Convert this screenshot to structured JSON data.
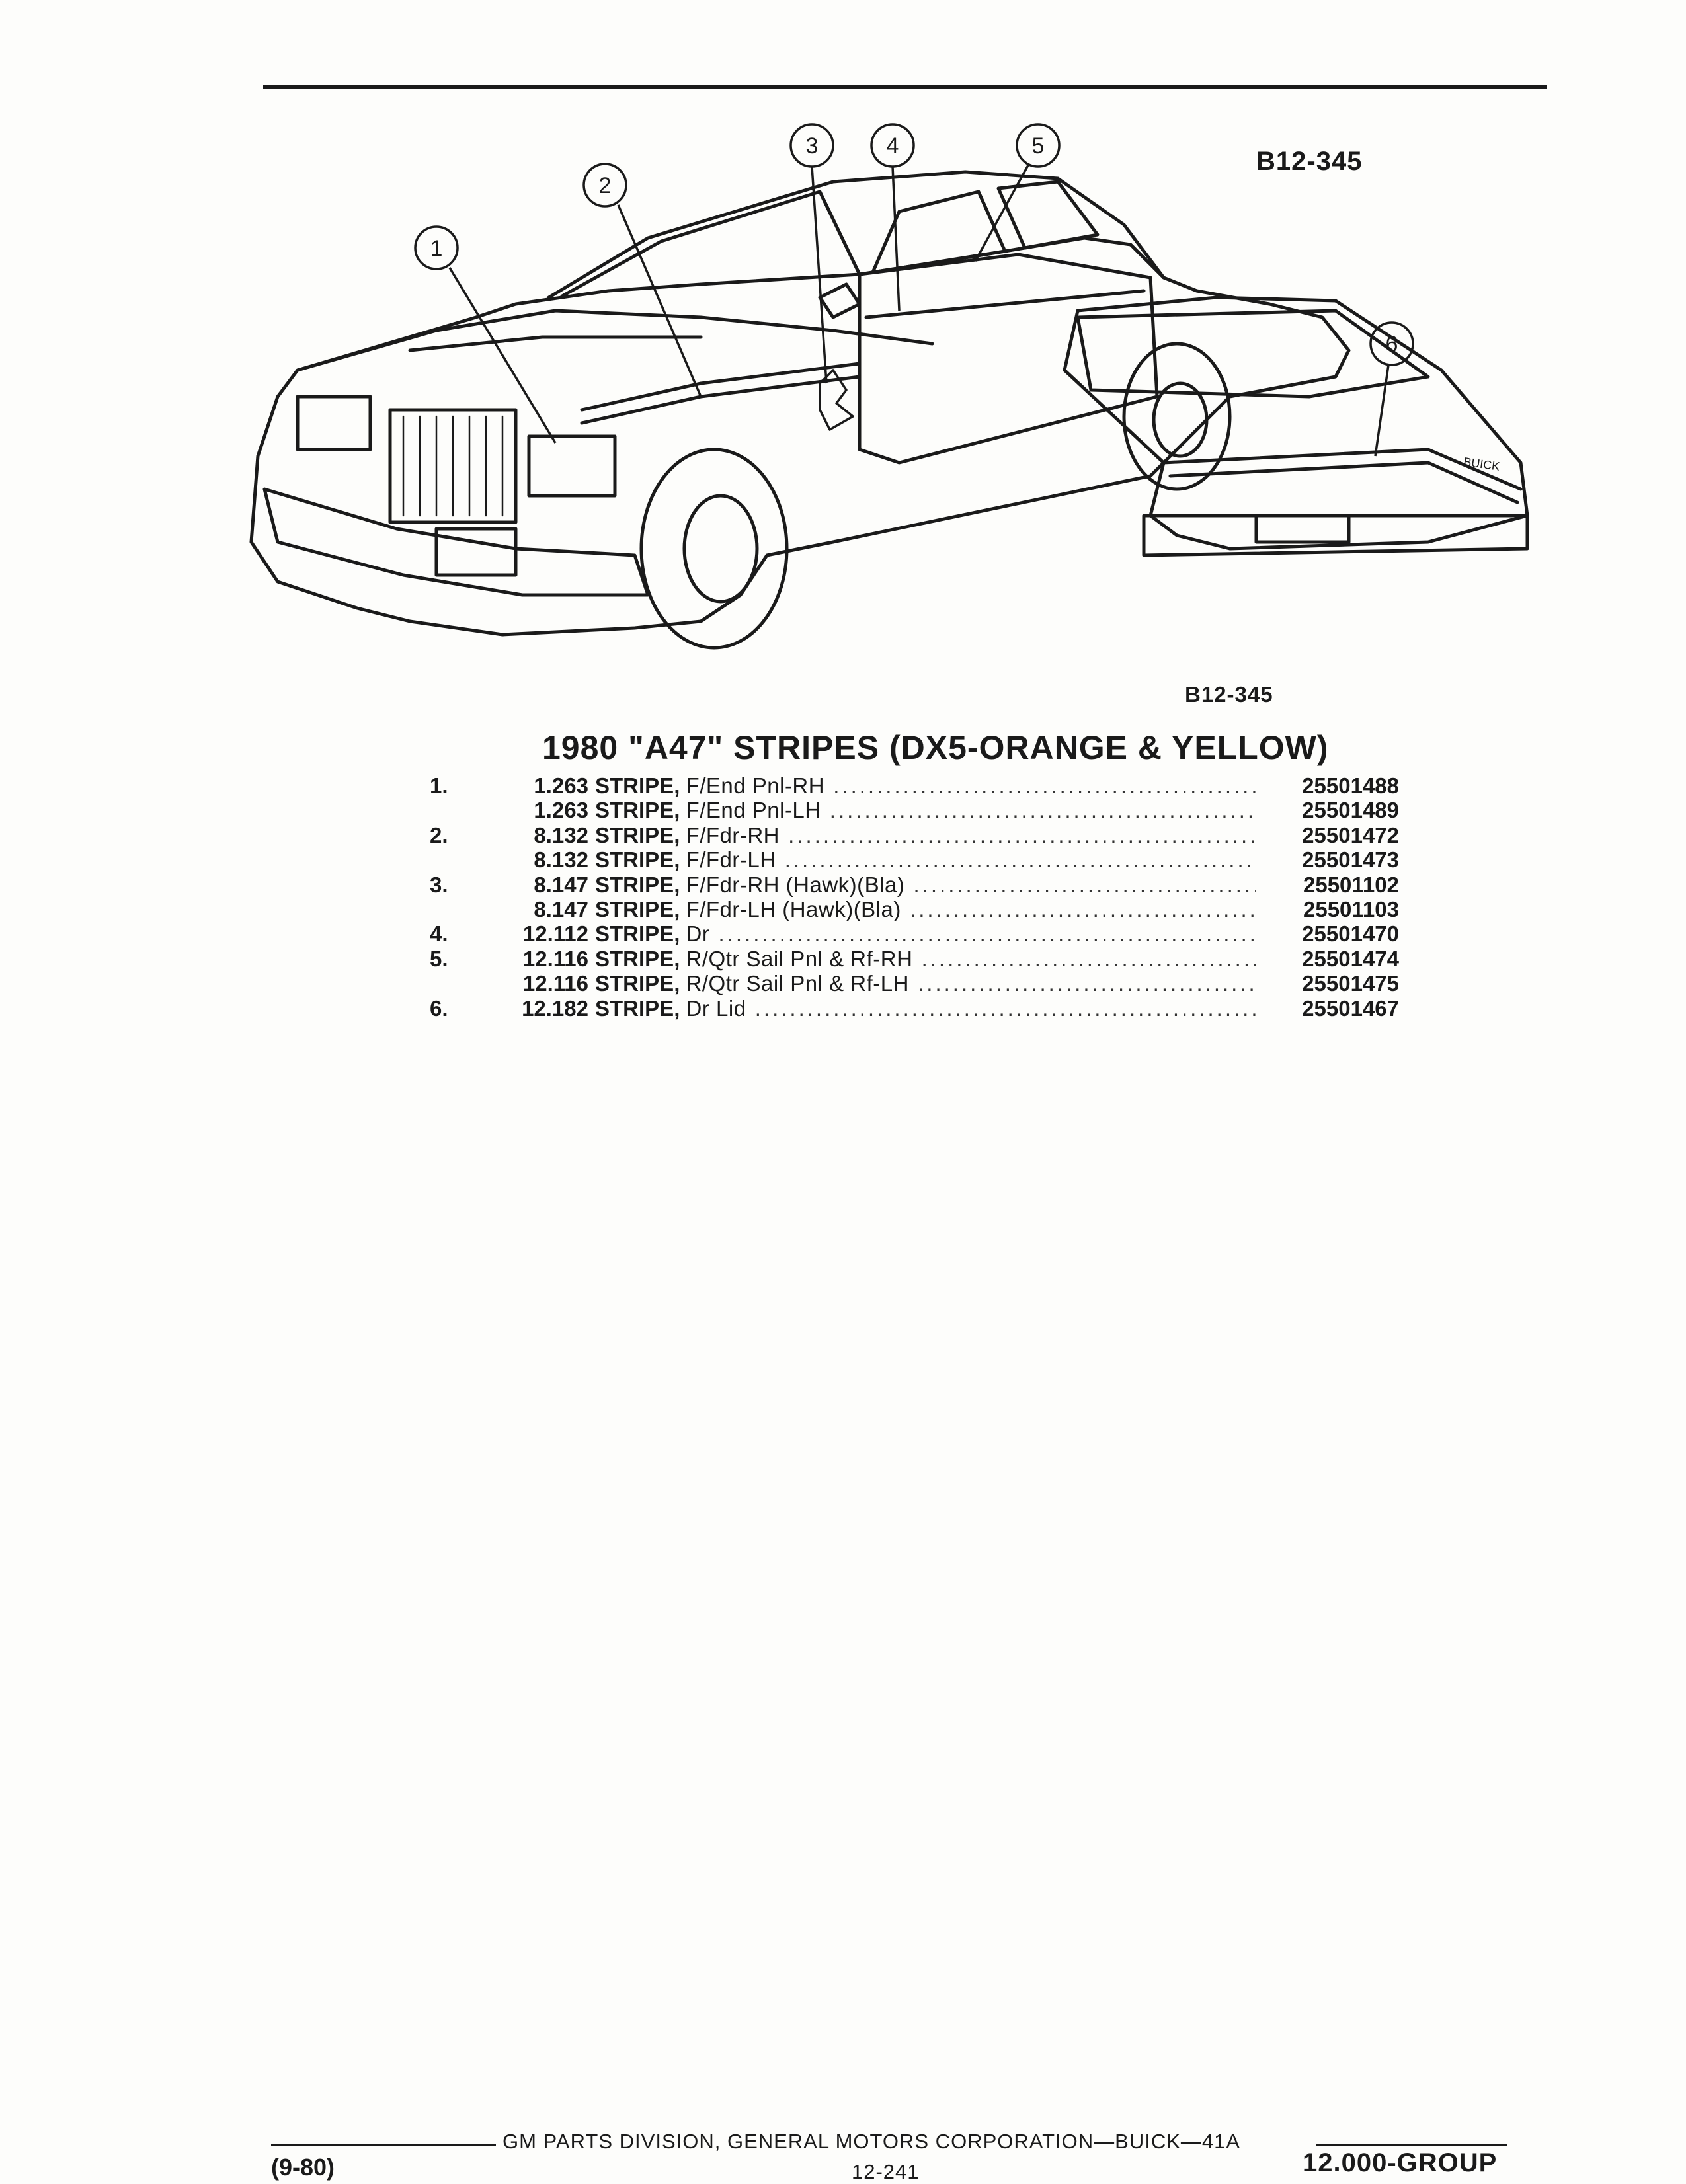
{
  "figure": {
    "code_top": "B12-345",
    "code_bottom": "B12-345",
    "callouts": [
      "1",
      "2",
      "3",
      "4",
      "5",
      "6"
    ],
    "trunk_badge": "BUICK"
  },
  "section": {
    "title": "1980 \"A47\" STRIPES (DX5-ORANGE & YELLOW)"
  },
  "parts": [
    {
      "key": "1.",
      "ref": "1.263",
      "name": "STRIPE,",
      "desc": "F/End Pnl-RH",
      "part_no": "25501488"
    },
    {
      "key": "",
      "ref": "1.263",
      "name": "STRIPE,",
      "desc": "F/End Pnl-LH",
      "part_no": "25501489"
    },
    {
      "key": "2.",
      "ref": "8.132",
      "name": "STRIPE,",
      "desc": "F/Fdr-RH",
      "part_no": "25501472"
    },
    {
      "key": "",
      "ref": "8.132",
      "name": "STRIPE,",
      "desc": "F/Fdr-LH",
      "part_no": "25501473"
    },
    {
      "key": "3.",
      "ref": "8.147",
      "name": "STRIPE,",
      "desc": "F/Fdr-RH (Hawk)(Bla)",
      "part_no": "25501102"
    },
    {
      "key": "",
      "ref": "8.147",
      "name": "STRIPE,",
      "desc": "F/Fdr-LH (Hawk)(Bla)",
      "part_no": "25501103"
    },
    {
      "key": "4.",
      "ref": "12.112",
      "name": "STRIPE,",
      "desc": "Dr",
      "part_no": "25501470"
    },
    {
      "key": "5.",
      "ref": "12.116",
      "name": "STRIPE,",
      "desc": "R/Qtr Sail Pnl & Rf-RH",
      "part_no": "25501474"
    },
    {
      "key": "",
      "ref": "12.116",
      "name": "STRIPE,",
      "desc": "R/Qtr Sail Pnl & Rf-LH",
      "part_no": "25501475"
    },
    {
      "key": "6.",
      "ref": "12.182",
      "name": "STRIPE,",
      "desc": "Dr Lid",
      "part_no": "25501467"
    }
  ],
  "footer": {
    "center": "GM PARTS DIVISION, GENERAL MOTORS CORPORATION—BUICK—41A",
    "date": "(9-80)",
    "page": "12-241",
    "group": "12.000-GROUP"
  }
}
